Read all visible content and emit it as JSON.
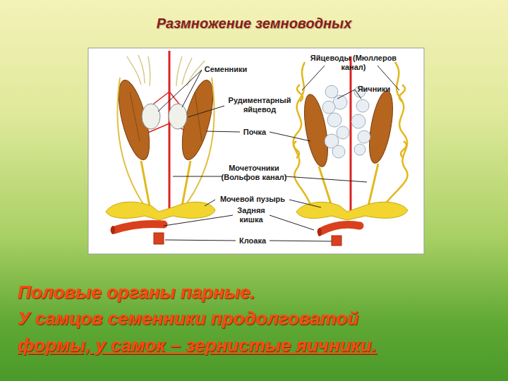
{
  "diagram": {
    "title": "Размножение земноводных",
    "labels": [
      "Семенники",
      "Рудиментарный яйцевод",
      "Почка",
      "Мочеточники (Вольфов канал)",
      "Мочевой пузырь",
      "Задняя кишка",
      "Клоака",
      "Яйцеводы (Мюллеров канал)",
      "Яичники",
      "Половые органы парные.",
      "У самцов семенники продолговатой",
      "формы, у самок – зернистые яичники."
    ]
  }
}
